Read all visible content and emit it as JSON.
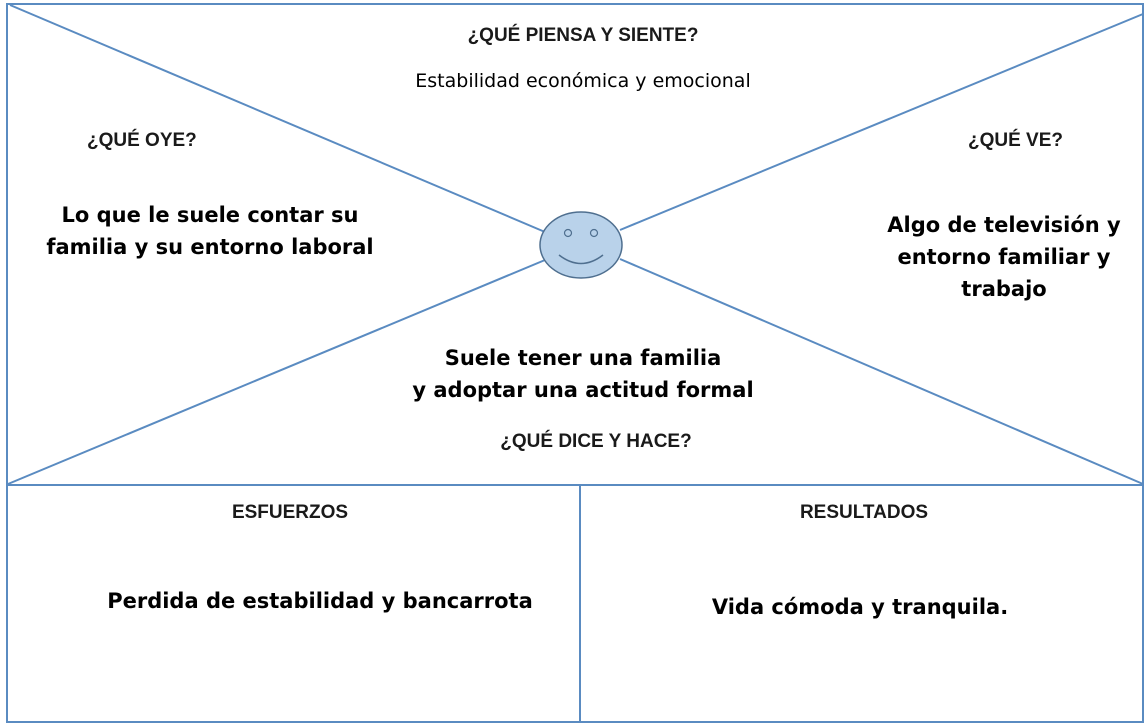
{
  "colors": {
    "line": "#5a8bc1",
    "face_fill": "#b9d2ea",
    "face_stroke": "#4f6f8f"
  },
  "empathy_map": {
    "thinks_feels": {
      "title": "¿QUÉ PIENSA Y SIENTE?",
      "text": "Estabilidad económica y emocional"
    },
    "hears": {
      "title": "¿QUÉ OYE?",
      "line1": "Lo que le suele contar su",
      "line2": "familia y su entorno laboral"
    },
    "sees": {
      "title": "¿QUÉ VE?",
      "line1": "Algo de televisión y",
      "line2": "entorno familiar y",
      "line3": "trabajo"
    },
    "says_does": {
      "title": "¿QUÉ DICE Y HACE?",
      "line1": "Suele tener una familia",
      "line2": "y adoptar una actitud formal"
    },
    "efforts": {
      "title": "ESFUERZOS",
      "text": "Perdida de estabilidad y bancarrota"
    },
    "results": {
      "title": "RESULTADOS",
      "text": "Vida cómoda y tranquila."
    }
  }
}
